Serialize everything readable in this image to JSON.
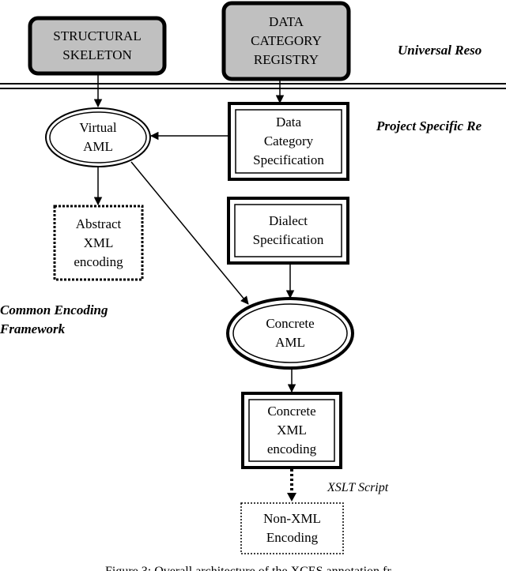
{
  "nodes": {
    "structural_skeleton": "STRUCTURAL\nSKELETON",
    "data_category_registry": "DATA\nCATEGORY\nREGISTRY",
    "virtual_aml": "Virtual\nAML",
    "data_category_specification": "Data\nCategory\nSpecification",
    "abstract_xml_encoding": "Abstract\nXML\nencoding",
    "dialect_specification": "Dialect\nSpecification",
    "concrete_aml": "Concrete\nAML",
    "concrete_xml_encoding": "Concrete\nXML\nencoding",
    "non_xml_encoding": "Non-XML\nEncoding"
  },
  "regions": {
    "universal": "Universal Reso",
    "project_specific": "Project Specific Re",
    "common_encoding": "Common Encoding\nFramework"
  },
  "edge_labels": {
    "xslt_script": "XSLT Script"
  },
  "caption": "Figure 3: Overall architecture of the XCES annotation fr",
  "colors": {
    "registry_fill": "#c0c0c0",
    "stroke": "#000000",
    "background": "#ffffff"
  }
}
